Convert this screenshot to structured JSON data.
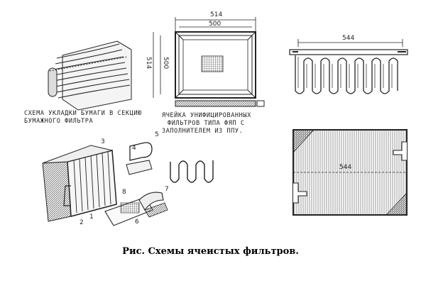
{
  "caption": "Рис. Схемы ячеистых фильтров.",
  "paper_section": {
    "caption_line1": "СХЕМА  УКЛАДКИ БУМАГИ В СЕКЦИЮ",
    "caption_line2": "БУМАЖНОГО ФИЛЬТРА"
  },
  "unified_cell": {
    "dim_outer": "514",
    "dim_inner": "500",
    "dim_side_outer": "514",
    "dim_side_inner": "500",
    "caption_line1": "ЯЧЕЙКА  УНИФИЦИРОВАННЫХ",
    "caption_line2": "ФИЛЬТРОВ  ТИПА  ФЯП  С",
    "caption_line3": "ЗАПОЛНИТЕЛЕМ  ИЗ  ППУ."
  },
  "wavy_section": {
    "dim": "544"
  },
  "frame_cell": {
    "dim": "544"
  },
  "exploded_view": {
    "labels": [
      "1",
      "2",
      "3",
      "4",
      "5",
      "6",
      "7",
      "8"
    ]
  }
}
